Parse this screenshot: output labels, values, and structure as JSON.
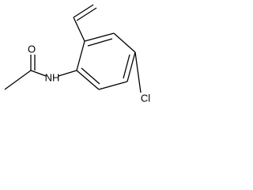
{
  "molecule": {
    "atoms": {
      "oxygen": "O",
      "nitrogen_h": "NH",
      "chlorine": "Cl"
    }
  }
}
